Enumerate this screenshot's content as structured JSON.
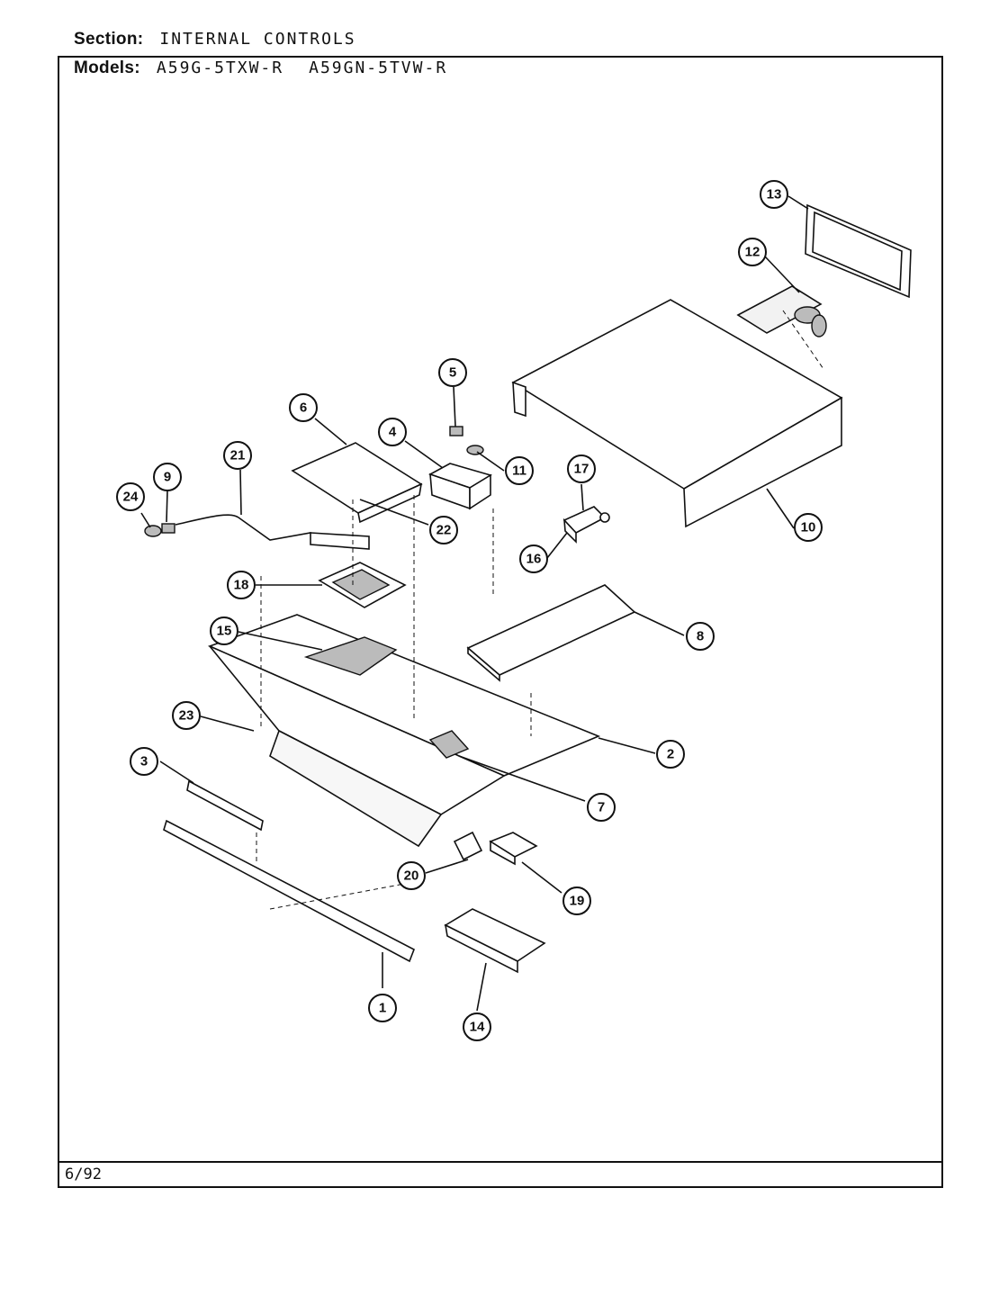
{
  "header": {
    "section_label": "Section:",
    "section_value": "INTERNAL CONTROLS",
    "models_label": "Models:",
    "model_1": "A59G-5TXW-R",
    "model_2": "A59GN-5TVW-R"
  },
  "footer": {
    "date": "6/92"
  },
  "callouts": [
    "1",
    "2",
    "3",
    "4",
    "5",
    "6",
    "7",
    "8",
    "9",
    "10",
    "11",
    "12",
    "13",
    "14",
    "15",
    "16",
    "17",
    "18",
    "19",
    "20",
    "21",
    "22",
    "23",
    "24"
  ]
}
